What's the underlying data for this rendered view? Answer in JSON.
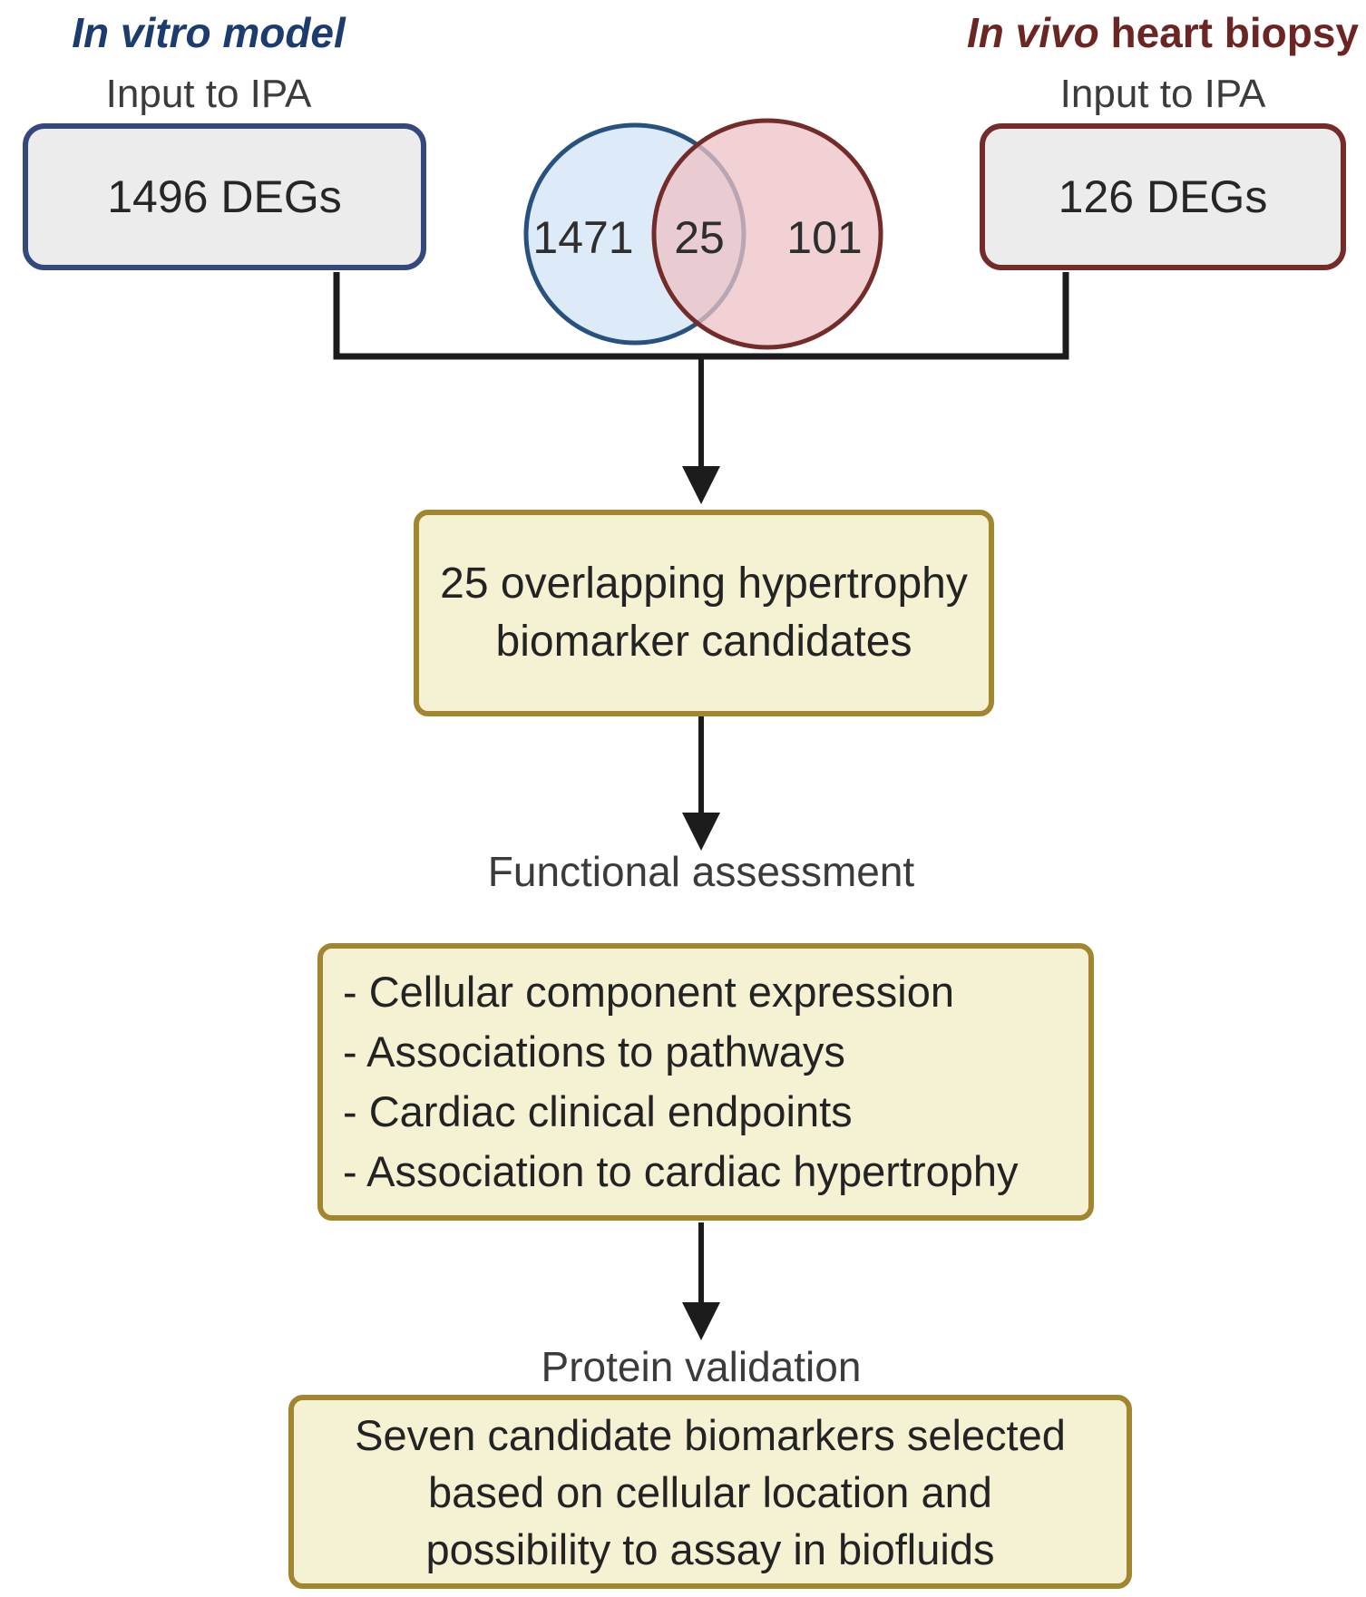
{
  "palette": {
    "navy_text": "#1c3b6e",
    "maroon_text": "#6b2624",
    "navy_border": "#33497e",
    "maroon_border": "#752b29",
    "gray_fill": "#ececec",
    "label_text": "#3b3b3b",
    "box_text": "#232323",
    "gold_border": "#a1862f",
    "yellow_fill": "#f5f1d3",
    "line_color": "#1c1c1c",
    "venn_num": "#2e2e2e",
    "venn_blue_fill": "#dcebf7",
    "venn_blue_stroke": "#27527f",
    "venn_red_fill": "rgba(236,193,196,0.75)",
    "venn_red_stroke": "#742c2a"
  },
  "left_branch": {
    "title": "In vitro model",
    "subtitle": "Input to IPA",
    "box_value": "1496 DEGs"
  },
  "right_branch": {
    "title_italic": "In vivo",
    "title_rest": " heart biopsy",
    "subtitle": "Input to IPA",
    "box_value": "126 DEGs"
  },
  "venn": {
    "left_only": "1471",
    "overlap": "25",
    "right_only": "101"
  },
  "flow": {
    "overlap_box": {
      "line1": "25 overlapping hypertrophy",
      "line2": "biomarker candidates"
    },
    "functional_label": "Functional assessment",
    "functional_items": [
      "- Cellular component expression",
      "- Associations to pathways",
      "- Cardiac clinical endpoints",
      "- Association to cardiac hypertrophy"
    ],
    "protein_label": "Protein validation",
    "final_box": {
      "line1": "Seven candidate biomarkers selected",
      "line2": "based on cellular location and",
      "line3": "possibility to assay in biofluids"
    }
  }
}
